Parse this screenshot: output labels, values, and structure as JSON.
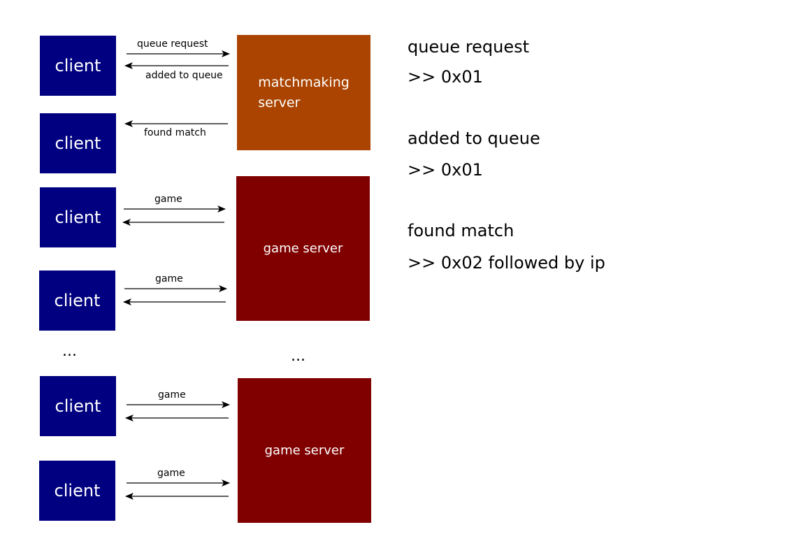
{
  "colors": {
    "client": "#000080",
    "matchmaking_server": "#aa4400",
    "game_server": "#800000"
  },
  "clients": [
    "client",
    "client",
    "client",
    "client",
    "client",
    "client"
  ],
  "matchmaking_server": {
    "line1": "matchmaking",
    "line2": "server"
  },
  "game_servers": [
    "game server",
    "game server"
  ],
  "arrow_labels": {
    "queue_request": "queue request",
    "added_to_queue": "added to queue",
    "found_match": "found match",
    "game": [
      "game",
      "game",
      "game",
      "game"
    ]
  },
  "ellipsis": {
    "left": "...",
    "right": "..."
  },
  "legend": [
    {
      "title": "queue request",
      "code": ">> 0x01"
    },
    {
      "title": "added to queue",
      "code": ">> 0x01"
    },
    {
      "title": "found match",
      "code": ">> 0x02 followed by ip"
    }
  ]
}
